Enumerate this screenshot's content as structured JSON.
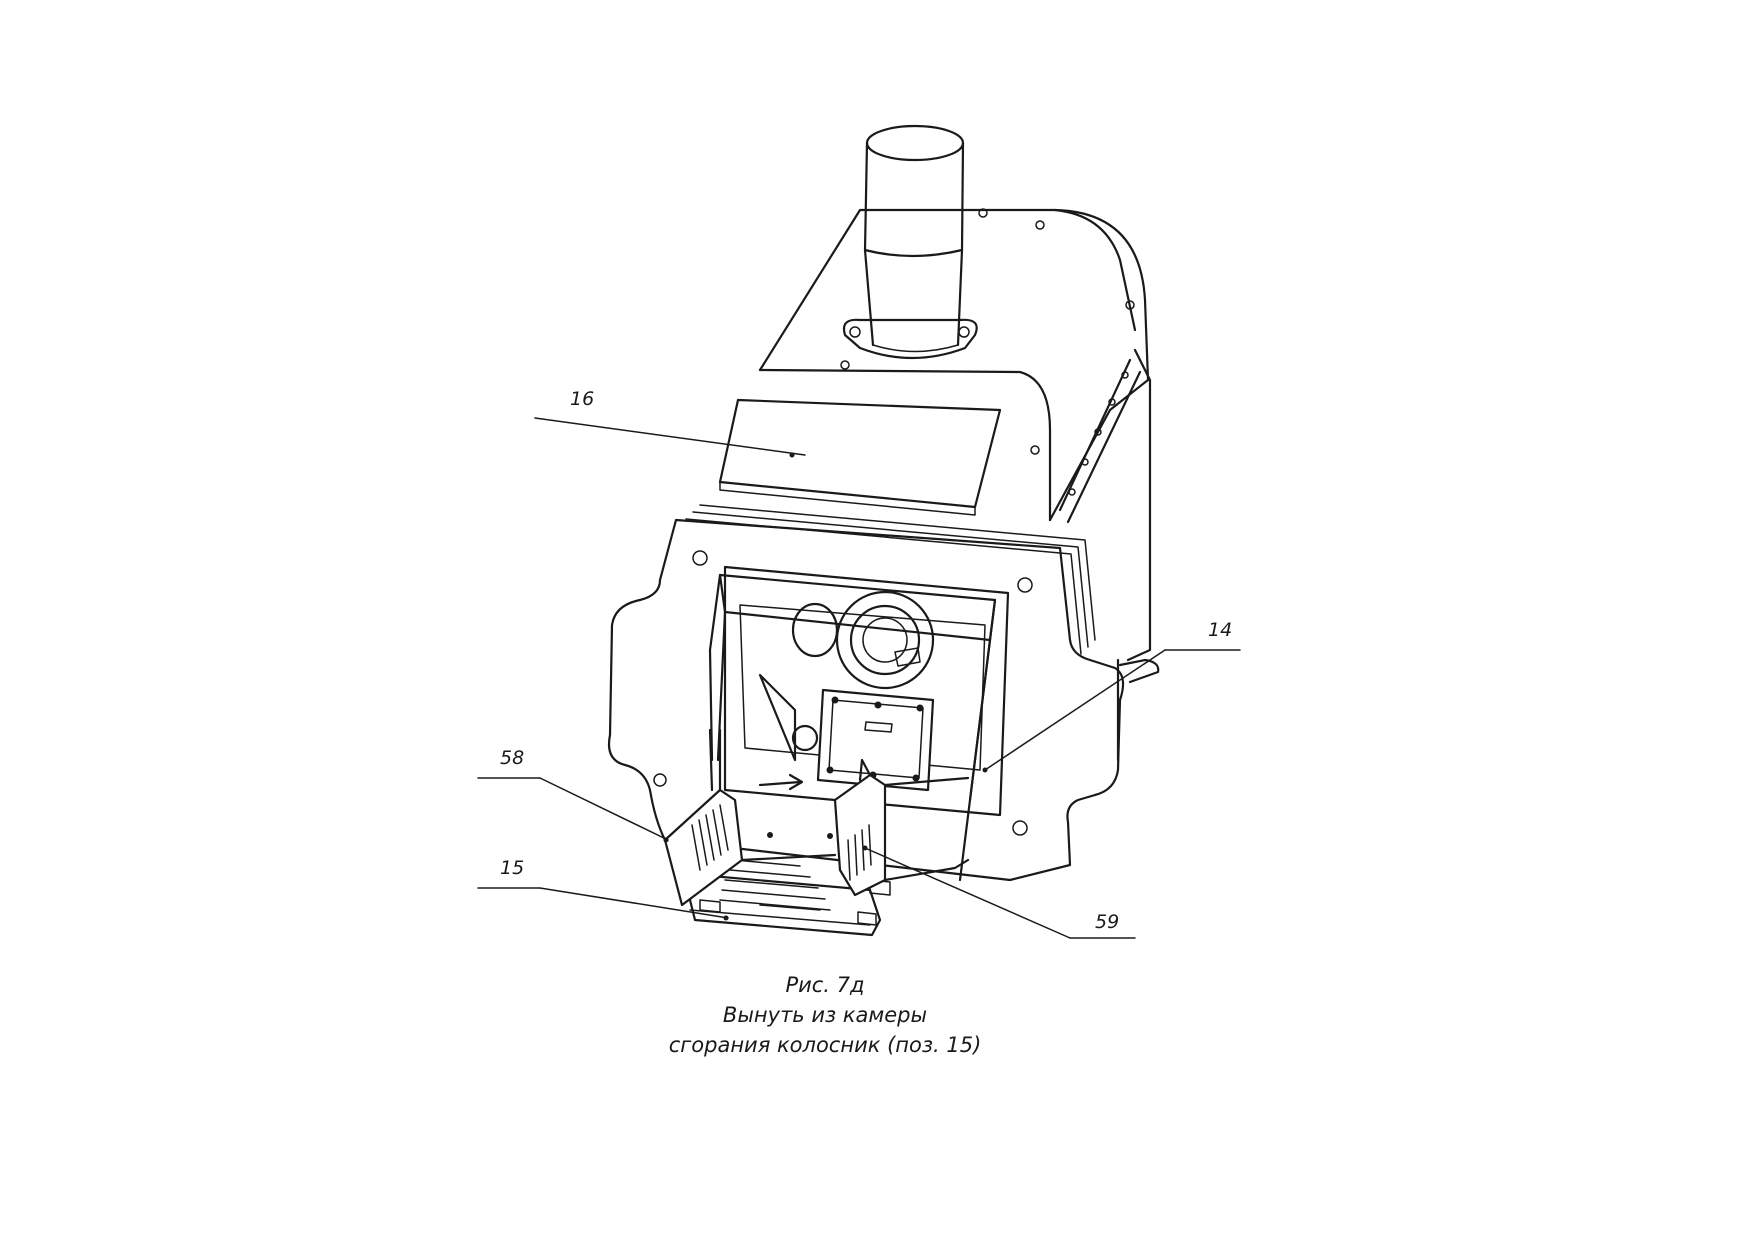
{
  "callouts": {
    "c16": "16",
    "c14": "14",
    "c58": "58",
    "c15": "15",
    "c59": "59"
  },
  "caption": {
    "line1": "Рис. 7д",
    "line2": "Вынуть из камеры",
    "line3": "сгорания  колосник (поз. 15)"
  },
  "colors": {
    "line": "#1a1a1a",
    "background": "#ffffff"
  }
}
